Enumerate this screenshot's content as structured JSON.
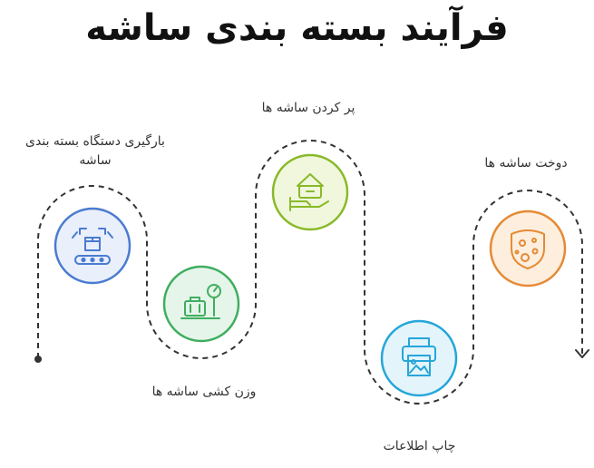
{
  "title": "فرآیند بسته بندی ساشه",
  "steps": [
    {
      "label_line1": "بارگیری دستگاه بسته بندی",
      "label_line2": "ساشه",
      "icon": "conveyor-box-icon",
      "color": "#4a7bd0",
      "fill": "#e9effb"
    },
    {
      "label": "وزن کشی ساشه ها",
      "icon": "scale-weighing-icon",
      "color": "#3fae5f",
      "fill": "#e6f5ea"
    },
    {
      "label": "پر کردن ساشه ها",
      "icon": "hand-filling-icon",
      "color": "#8ab92a",
      "fill": "#f0f7dc"
    },
    {
      "label": "چاپ اطلاعات",
      "icon": "printer-icon",
      "color": "#25a6d9",
      "fill": "#e3f4fb"
    },
    {
      "label": "دوخت ساشه ها",
      "icon": "sealed-sachet-icon",
      "color": "#e58a35",
      "fill": "#fdeedd"
    }
  ]
}
